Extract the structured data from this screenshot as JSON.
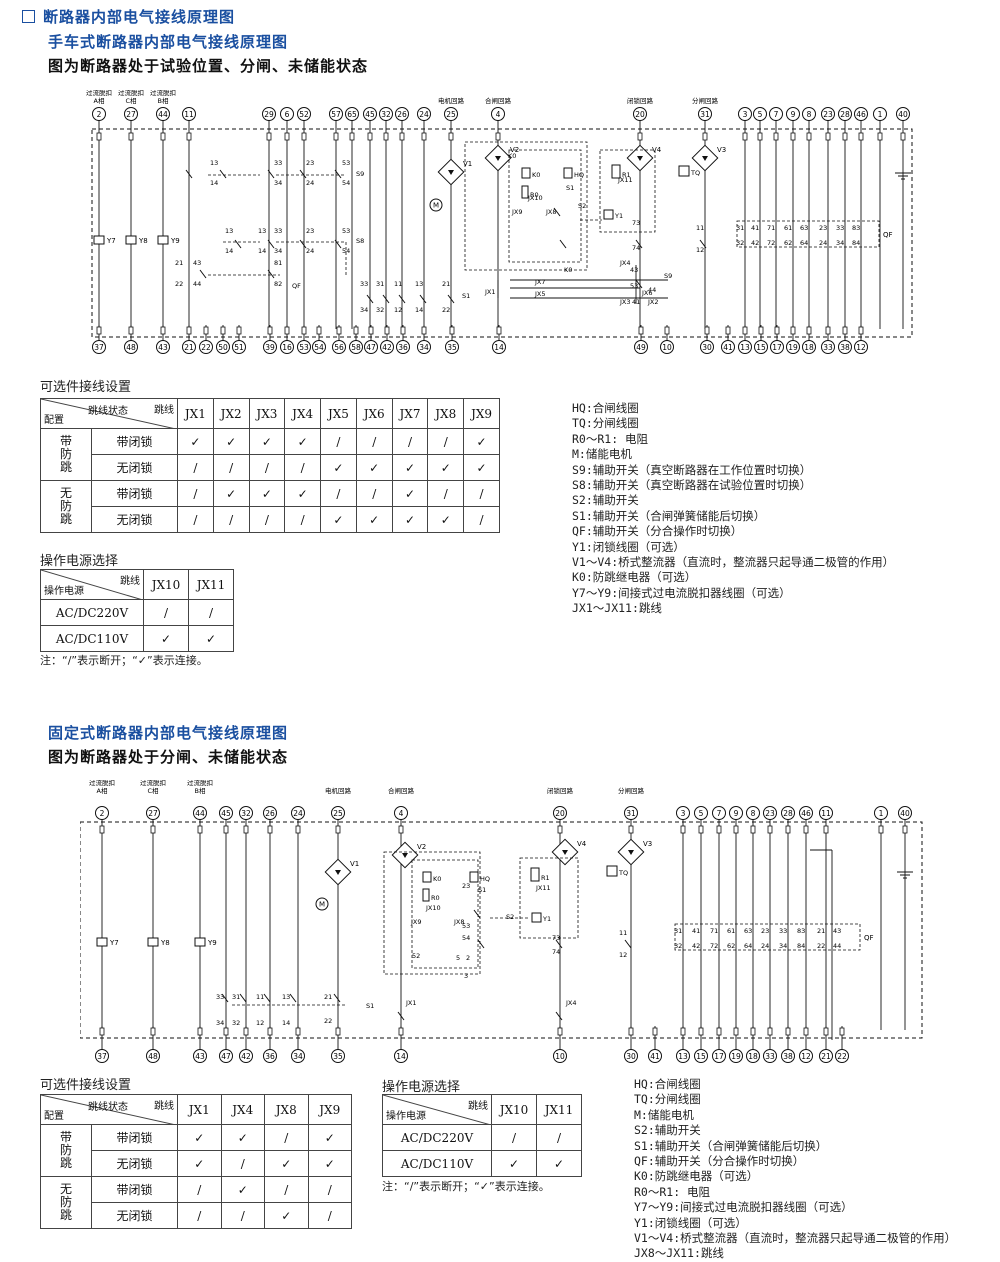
{
  "header": {
    "title": "断路器内部电气接线原理图",
    "handcart_title": "手车式断路器内部电气接线原理图",
    "handcart_state": "图为断路器处于试验位置、分闸、未储能状态",
    "fixed_title": "固定式断路器内部电气接线原理图",
    "fixed_state": "图为断路器处于分闸、未储能状态"
  },
  "diagram1": {
    "top_labels": {
      "a": "过流脱扣\nA相",
      "c": "过流脱扣\nC相",
      "b": "过流脱扣\nB相",
      "motor": "电机回路",
      "close": "合闸回路",
      "lock": "闭锁回路",
      "trip": "分闸回路"
    },
    "top_terminals": [
      "2",
      "27",
      "44",
      "11",
      "29",
      "6",
      "52",
      "57",
      "65",
      "45",
      "32",
      "26",
      "24",
      "25",
      "4",
      "20",
      "31",
      "3",
      "5",
      "7",
      "9",
      "8",
      "23",
      "28",
      "46",
      "1",
      "40"
    ],
    "bottom_terminals": [
      "37",
      "48",
      "43",
      "21",
      "22",
      "50",
      "51",
      "39",
      "16",
      "53",
      "54",
      "56",
      "58",
      "47",
      "42",
      "36",
      "34",
      "35",
      "14",
      "49",
      "10",
      "30",
      "41",
      "13",
      "15",
      "17",
      "19",
      "18",
      "33",
      "38",
      "12"
    ],
    "coils": [
      "Y7",
      "Y8",
      "Y9"
    ],
    "bridges": [
      "V1",
      "V2",
      "V3",
      "V4"
    ],
    "jumpers": [
      "JX1",
      "JX2",
      "JX3",
      "JX4",
      "JX5",
      "JX6",
      "JX7",
      "JX8",
      "JX9",
      "JX10",
      "JX11"
    ],
    "qf_pairs": [
      [
        "31",
        "32"
      ],
      [
        "41",
        "42"
      ],
      [
        "71",
        "72"
      ],
      [
        "61",
        "62"
      ],
      [
        "63",
        "64"
      ],
      [
        "23",
        "24"
      ],
      [
        "33",
        "34"
      ],
      [
        "83",
        "84"
      ]
    ],
    "switch_labels": [
      "S1",
      "S2",
      "S8",
      "S9",
      "QF",
      "K0",
      "HQ",
      "TQ",
      "R0",
      "R1",
      "Y1",
      "M"
    ]
  },
  "diagram2": {
    "top_labels": {
      "a": "过流脱扣\nA相",
      "c": "过流脱扣\nC相",
      "b": "过流脱扣\nB相",
      "motor": "电机回路",
      "close": "合闸回路",
      "lock": "闭锁回路",
      "trip": "分闸回路"
    },
    "top_terminals": [
      "2",
      "27",
      "44",
      "45",
      "32",
      "26",
      "24",
      "25",
      "4",
      "20",
      "31",
      "3",
      "5",
      "7",
      "9",
      "8",
      "23",
      "28",
      "46",
      "11",
      "1",
      "40"
    ],
    "bottom_terminals": [
      "37",
      "48",
      "43",
      "47",
      "42",
      "36",
      "34",
      "35",
      "14",
      "10",
      "30",
      "41",
      "13",
      "15",
      "17",
      "19",
      "18",
      "33",
      "38",
      "12",
      "21",
      "22"
    ],
    "coils": [
      "Y7",
      "Y8",
      "Y9"
    ],
    "qf_pairs": [
      [
        "31",
        "32"
      ],
      [
        "41",
        "42"
      ],
      [
        "71",
        "72"
      ],
      [
        "61",
        "62"
      ],
      [
        "63",
        "64"
      ],
      [
        "23",
        "24"
      ],
      [
        "33",
        "34"
      ],
      [
        "83",
        "84"
      ],
      [
        "21",
        "22"
      ],
      [
        "43",
        "44"
      ]
    ]
  },
  "table1": {
    "label": "可选件接线设置",
    "corner_top": "跳线状态",
    "corner_top2": "跳线",
    "corner_bottom": "配置",
    "columns": [
      "JX1",
      "JX2",
      "JX3",
      "JX4",
      "JX5",
      "JX6",
      "JX7",
      "JX8",
      "JX9"
    ],
    "groups": [
      {
        "name": "带\n防\n跳",
        "rows": [
          {
            "label": "带闭锁",
            "cells": [
              "✓",
              "✓",
              "✓",
              "✓",
              "/",
              "/",
              "/",
              "/",
              "✓"
            ]
          },
          {
            "label": "无闭锁",
            "cells": [
              "/",
              "/",
              "/",
              "/",
              "✓",
              "✓",
              "✓",
              "✓",
              "✓"
            ]
          }
        ]
      },
      {
        "name": "无\n防\n跳",
        "rows": [
          {
            "label": "带闭锁",
            "cells": [
              "/",
              "✓",
              "✓",
              "✓",
              "/",
              "/",
              "✓",
              "/",
              "/"
            ]
          },
          {
            "label": "无闭锁",
            "cells": [
              "/",
              "/",
              "/",
              "/",
              "✓",
              "✓",
              "✓",
              "✓",
              "/"
            ]
          }
        ]
      }
    ]
  },
  "power1": {
    "label": "操作电源选择",
    "corner_top": "跳线",
    "corner_bottom": "操作电源",
    "columns": [
      "JX10",
      "JX11"
    ],
    "rows": [
      {
        "label": "AC/DC220V",
        "cells": [
          "/",
          "/"
        ]
      },
      {
        "label": "AC/DC110V",
        "cells": [
          "✓",
          "✓"
        ]
      }
    ]
  },
  "note1": "注：“/”表示断开；“✓”表示连接。",
  "legend1": [
    "HQ:合闸线圈",
    "TQ:分闸线圈",
    "R0～R1: 电阻",
    "M:储能电机",
    "S9:辅助开关（真空断路器在工作位置时切换）",
    "S8:辅助开关（真空断路器在试验位置时切换）",
    "S2:辅助开关",
    "S1:辅助开关（合闸弹簧储能后切换）",
    "QF:辅助开关（分合操作时切换）",
    "Y1:闭锁线圈（可选）",
    "V1～V4:桥式整流器（直流时，整流器只起导通二极管的作用）",
    "K0:防跳继电器（可选）",
    "Y7～Y9:间接式过电流脱扣器线圈（可选）",
    "JX1～JX11:跳线"
  ],
  "table2": {
    "label": "可选件接线设置",
    "corner_top": "跳线状态",
    "corner_top2": "跳线",
    "corner_bottom": "配置",
    "columns": [
      "JX1",
      "JX4",
      "JX8",
      "JX9"
    ],
    "groups": [
      {
        "name": "带\n防\n跳",
        "rows": [
          {
            "label": "带闭锁",
            "cells": [
              "✓",
              "✓",
              "/",
              "✓"
            ]
          },
          {
            "label": "无闭锁",
            "cells": [
              "✓",
              "/",
              "✓",
              "✓"
            ]
          }
        ]
      },
      {
        "name": "无\n防\n跳",
        "rows": [
          {
            "label": "带闭锁",
            "cells": [
              "/",
              "✓",
              "/",
              "/"
            ]
          },
          {
            "label": "无闭锁",
            "cells": [
              "/",
              "/",
              "✓",
              "/"
            ]
          }
        ]
      }
    ]
  },
  "power2": {
    "label": "操作电源选择",
    "corner_top": "跳线",
    "corner_bottom": "操作电源",
    "columns": [
      "JX10",
      "JX11"
    ],
    "rows": [
      {
        "label": "AC/DC220V",
        "cells": [
          "/",
          "/"
        ]
      },
      {
        "label": "AC/DC110V",
        "cells": [
          "✓",
          "✓"
        ]
      }
    ]
  },
  "note2": "注：“/”表示断开；“✓”表示连接。",
  "legend2": [
    "HQ:合闸线圈",
    "TQ:分闸线圈",
    "M:储能电机",
    "S2:辅助开关",
    "S1:辅助开关（合闸弹簧储能后切换）",
    "QF:辅助开关（分合操作时切换）",
    "K0:防跳继电器（可选）",
    "R0～R1: 电阻",
    "Y7～Y9:间接式过电流脱扣器线圈（可选）",
    "Y1:闭锁线圈（可选）",
    "V1～V4:桥式整流器（直流时，整流器只起导通二极管的作用）",
    "JX8～JX11:跳线"
  ]
}
